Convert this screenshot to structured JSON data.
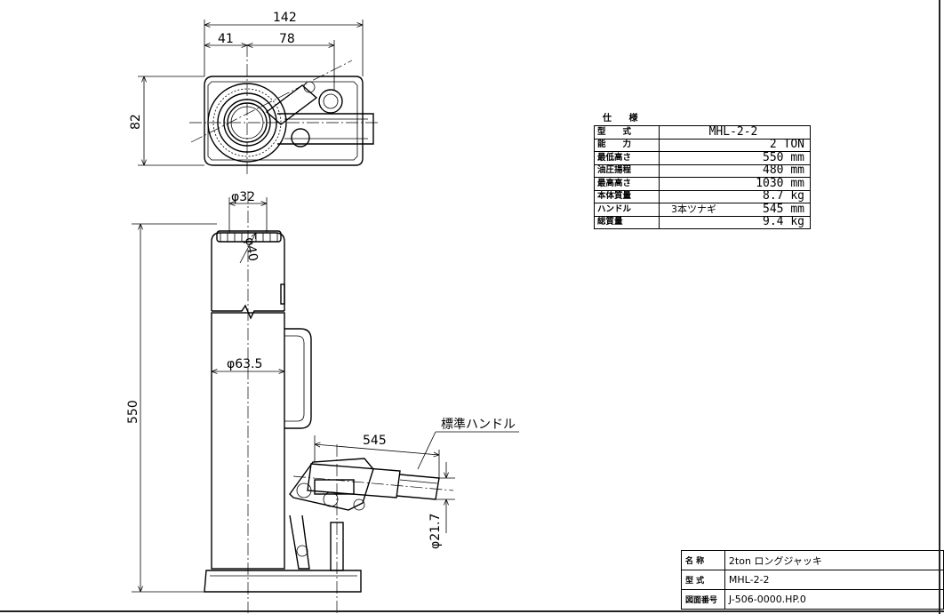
{
  "drawing": {
    "dimensions": {
      "overall_width": "142",
      "left_offset": "41",
      "center_offset": "78",
      "depth": "82",
      "ram_diameter": "φ32",
      "saddle_diameter": "φ40",
      "body_diameter": "φ63.5",
      "min_height": "550",
      "handle_length": "545",
      "handle_diameter": "φ21.7"
    },
    "handle_callout": "標準ハンドル"
  },
  "spec": {
    "caption": "仕 様",
    "rows": [
      {
        "label": "型　　式",
        "value": "MHL-2-2",
        "prefix": ""
      },
      {
        "label": "能　　力",
        "value": "2  TON",
        "prefix": ""
      },
      {
        "label": "最低高さ",
        "value": "550  mm",
        "prefix": ""
      },
      {
        "label": "油圧揚程",
        "value": "480  mm",
        "prefix": ""
      },
      {
        "label": "最高高さ",
        "value": "1030  mm",
        "prefix": ""
      },
      {
        "label": "本体質量",
        "value": "8.7  kg",
        "prefix": ""
      },
      {
        "label": "ハンドル",
        "value": "545  mm",
        "prefix": "3本ツナギ"
      },
      {
        "label": "総質量",
        "value": "9.4  kg",
        "prefix": ""
      }
    ]
  },
  "titleblock": {
    "name_label": "名 称",
    "name_value": "2ton ロングジャッキ",
    "model_label": "型 式",
    "model_value": "MHL-2-2",
    "drawing_no_label": "図面番号",
    "drawing_no_value": "J-506-0000.HP.0"
  }
}
